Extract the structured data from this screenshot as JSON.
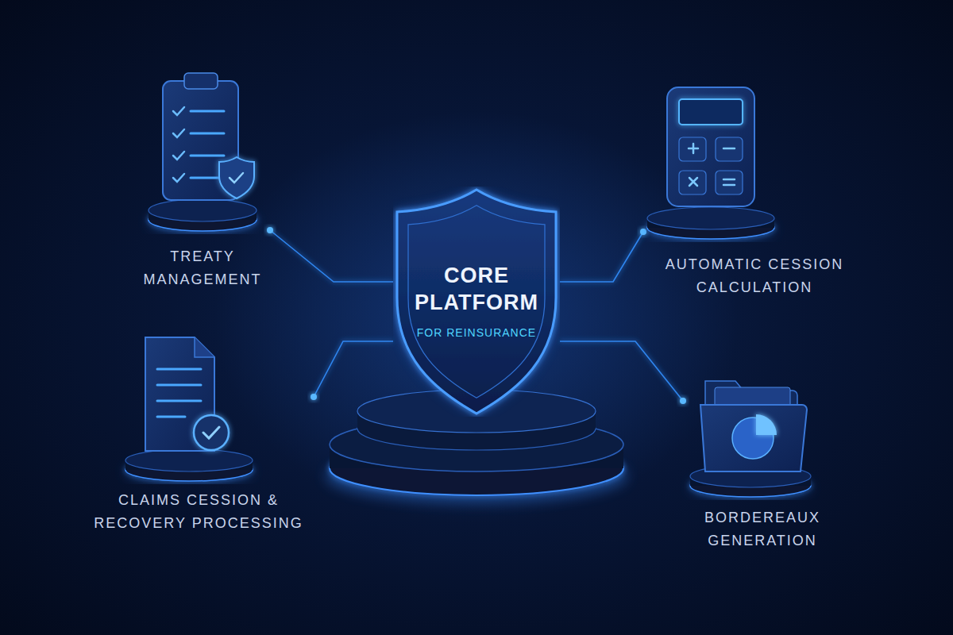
{
  "diagram": {
    "nodes": [
      {
        "text": [
          "CORE PLATFORM",
          "FOR REINSURANCE"
        ]
      },
      {
        "text": [
          "TREATY MANAGEMENT"
        ]
      },
      {
        "text": [
          "AUTOMATIC CESSION CALCULATION"
        ]
      },
      {
        "text": [
          "CLAIMS CESSION & RECOVERY PROCESSING"
        ]
      },
      {
        "text": [
          "BORDEREAUX GENERATION"
        ]
      }
    ],
    "edges": [
      {
        "from": 0,
        "to": 1,
        "arrow": "none"
      },
      {
        "from": 0,
        "to": 2,
        "arrow": "none"
      },
      {
        "from": 0,
        "to": 3,
        "arrow": "none"
      },
      {
        "from": 0,
        "to": 4,
        "arrow": "none"
      }
    ]
  }
}
